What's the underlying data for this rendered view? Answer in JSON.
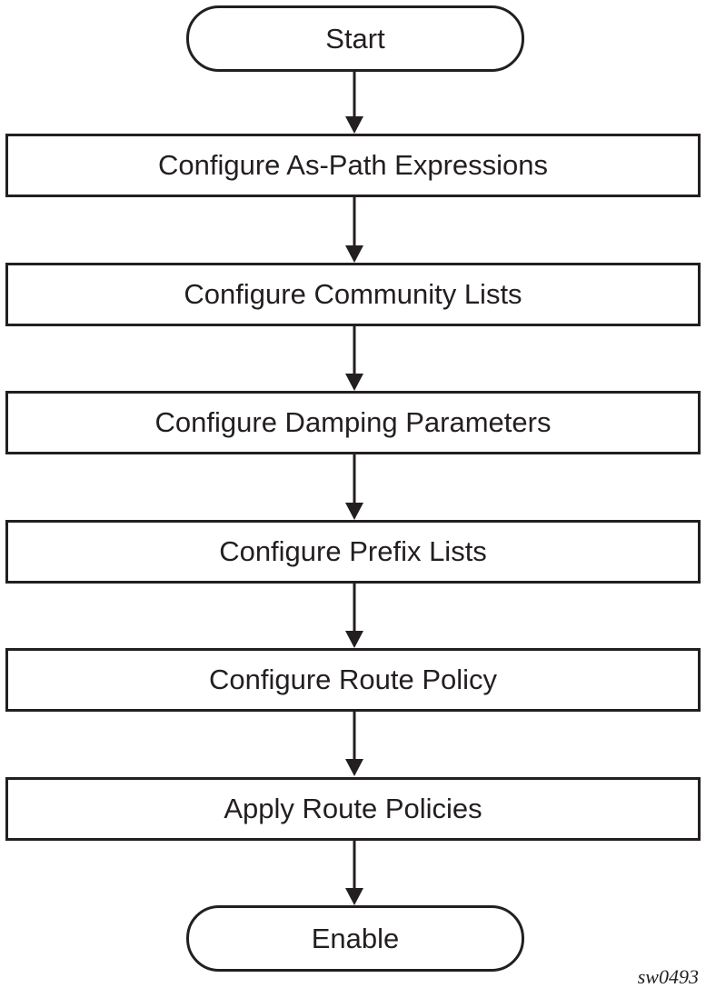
{
  "flowchart": {
    "start": "Start",
    "steps": [
      "Configure As-Path Expressions",
      "Configure Community Lists",
      "Configure Damping Parameters",
      "Configure Prefix Lists",
      "Configure Route Policy",
      "Apply Route Policies"
    ],
    "end": "Enable"
  },
  "figure_id": "sw0493"
}
